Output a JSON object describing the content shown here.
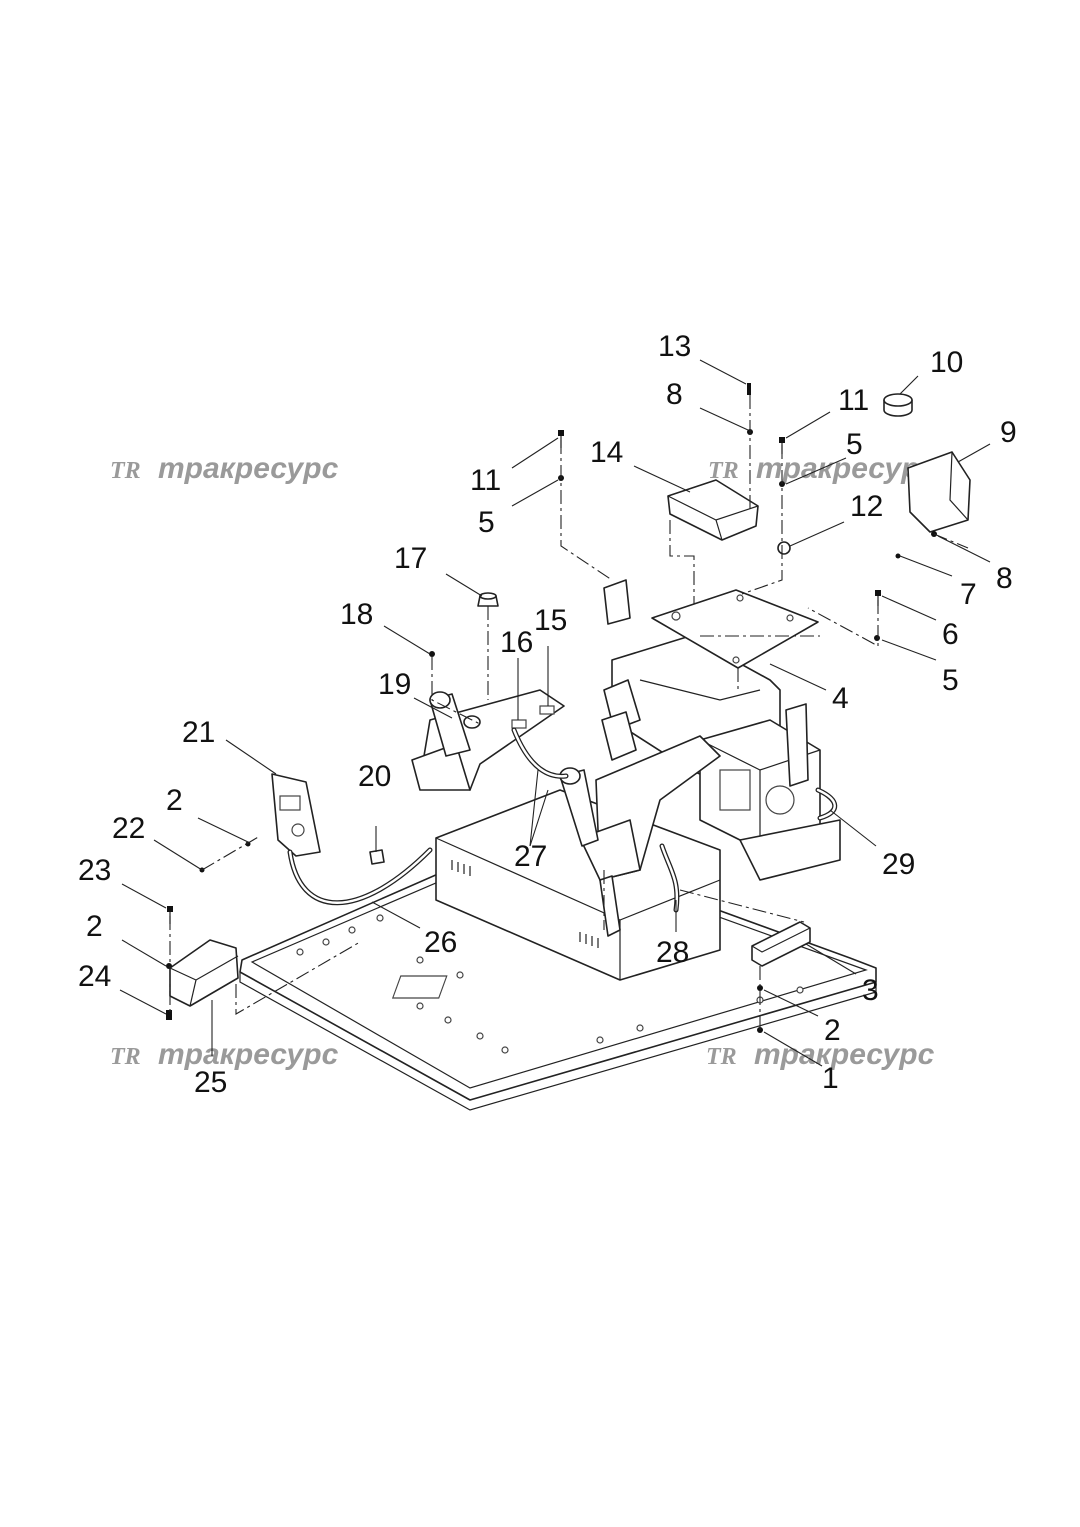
{
  "watermark": {
    "mark": "TR",
    "text": "тракресурс",
    "color": "#9a9a9a"
  },
  "callouts": [
    {
      "id": "c13",
      "label": "13"
    },
    {
      "id": "c10",
      "label": "10"
    },
    {
      "id": "c8a",
      "label": "8"
    },
    {
      "id": "c11a",
      "label": "11"
    },
    {
      "id": "c9",
      "label": "9"
    },
    {
      "id": "c14",
      "label": "14"
    },
    {
      "id": "c5a",
      "label": "5"
    },
    {
      "id": "c11b",
      "label": "11"
    },
    {
      "id": "c5b",
      "label": "5"
    },
    {
      "id": "c12",
      "label": "12"
    },
    {
      "id": "c17",
      "label": "17"
    },
    {
      "id": "c7",
      "label": "7"
    },
    {
      "id": "c8b",
      "label": "8"
    },
    {
      "id": "c18",
      "label": "18"
    },
    {
      "id": "c15",
      "label": "15"
    },
    {
      "id": "c16",
      "label": "16"
    },
    {
      "id": "c6",
      "label": "6"
    },
    {
      "id": "c5c",
      "label": "5"
    },
    {
      "id": "c19",
      "label": "19"
    },
    {
      "id": "c4",
      "label": "4"
    },
    {
      "id": "c21",
      "label": "21"
    },
    {
      "id": "c20",
      "label": "20"
    },
    {
      "id": "c2a",
      "label": "2"
    },
    {
      "id": "c22",
      "label": "22"
    },
    {
      "id": "c27",
      "label": "27"
    },
    {
      "id": "c29",
      "label": "29"
    },
    {
      "id": "c23",
      "label": "23"
    },
    {
      "id": "c2b",
      "label": "2"
    },
    {
      "id": "c26",
      "label": "26"
    },
    {
      "id": "c28",
      "label": "28"
    },
    {
      "id": "c24",
      "label": "24"
    },
    {
      "id": "c3",
      "label": "3"
    },
    {
      "id": "c2c",
      "label": "2"
    },
    {
      "id": "c25",
      "label": "25"
    },
    {
      "id": "c1",
      "label": "1"
    }
  ]
}
